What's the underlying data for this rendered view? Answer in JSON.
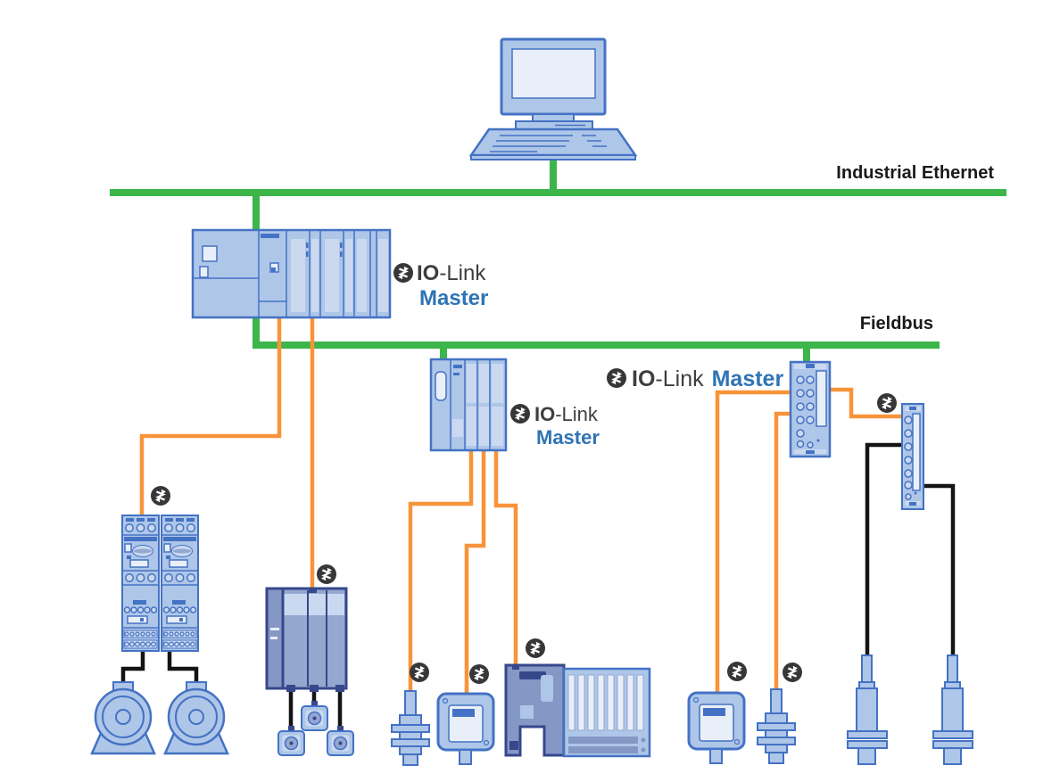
{
  "colors": {
    "bus_green": "#3CB54A",
    "io_link_orange": "#F7943A",
    "cable_black": "#141414",
    "device_fill": "#AEC6E8",
    "device_fill_soft": "#CBD9F0",
    "device_fill_light": "#E9EFF8",
    "device_fill_mid": "#94A7CF",
    "device_fill_deep": "#8597C5",
    "device_stroke": "#4472C4",
    "device_stroke_deep": "#36478C",
    "badge_bg": "#37373A",
    "io_link_text": "#3E3E40",
    "master_text": "#2E74B5",
    "label_text": "#1A1A1A"
  },
  "labels": {
    "industrial_ethernet": "Industrial Ethernet",
    "fieldbus": "Fieldbus"
  },
  "io_link_label": {
    "io": "IO",
    "link": "-Link",
    "master": "Master"
  },
  "buses": [
    {
      "id": "industrial-ethernet",
      "label": "Industrial Ethernet",
      "color": "#3CB54A"
    },
    {
      "id": "fieldbus",
      "label": "Fieldbus",
      "color": "#3CB54A"
    }
  ],
  "legend": {
    "io_link_connection_color": "#F7943A",
    "standard_connection_color": "#141414",
    "bus_color": "#3CB54A",
    "io_link_badge_icon": "io-link-logo-badge"
  },
  "nodes": [
    {
      "id": "pc",
      "icon": "desktop-computer-icon"
    },
    {
      "id": "plc-master",
      "icon": "plc-rack-icon",
      "role": "IO-Link Master"
    },
    {
      "id": "remote-io-master",
      "icon": "remote-io-station-icon",
      "role": "IO-Link Master"
    },
    {
      "id": "block-master",
      "icon": "block-io-module-icon",
      "role": "IO-Link Master"
    },
    {
      "id": "hub",
      "icon": "io-link-hub-icon"
    },
    {
      "id": "motor-starters",
      "icon": "motor-starter-pair-icon"
    },
    {
      "id": "pump-1",
      "icon": "pump-motor-icon"
    },
    {
      "id": "pump-2",
      "icon": "pump-motor-icon"
    },
    {
      "id": "drive",
      "icon": "multi-axis-drive-icon"
    },
    {
      "id": "gear-motor-1",
      "icon": "gear-motor-icon"
    },
    {
      "id": "gear-motor-2",
      "icon": "gear-motor-icon"
    },
    {
      "id": "gear-motor-3",
      "icon": "gear-motor-icon"
    },
    {
      "id": "cyl-sensor-1",
      "icon": "cylindrical-sensor-icon"
    },
    {
      "id": "box-sensor-1",
      "icon": "box-sensor-icon"
    },
    {
      "id": "valve-terminal",
      "icon": "valve-terminal-icon"
    },
    {
      "id": "box-sensor-2",
      "icon": "box-sensor-icon"
    },
    {
      "id": "cyl-sensor-2",
      "icon": "cylindrical-sensor-icon"
    },
    {
      "id": "probe-sensor-1",
      "icon": "probe-sensor-icon"
    },
    {
      "id": "probe-sensor-2",
      "icon": "probe-sensor-icon"
    }
  ],
  "edges": [
    {
      "from": "pc",
      "to": "industrial-ethernet",
      "type": "bus"
    },
    {
      "from": "plc-master",
      "to": "industrial-ethernet",
      "type": "bus"
    },
    {
      "from": "plc-master",
      "to": "fieldbus",
      "type": "bus"
    },
    {
      "from": "remote-io-master",
      "to": "fieldbus",
      "type": "bus"
    },
    {
      "from": "block-master",
      "to": "fieldbus",
      "type": "bus"
    },
    {
      "from": "plc-master",
      "to": "motor-starters",
      "type": "io-link"
    },
    {
      "from": "plc-master",
      "to": "drive",
      "type": "io-link"
    },
    {
      "from": "motor-starters",
      "to": "pump-1",
      "type": "standard"
    },
    {
      "from": "motor-starters",
      "to": "pump-2",
      "type": "standard"
    },
    {
      "from": "drive",
      "to": "gear-motor-1",
      "type": "standard"
    },
    {
      "from": "drive",
      "to": "gear-motor-2",
      "type": "standard"
    },
    {
      "from": "drive",
      "to": "gear-motor-3",
      "type": "standard"
    },
    {
      "from": "remote-io-master",
      "to": "cyl-sensor-1",
      "type": "io-link"
    },
    {
      "from": "remote-io-master",
      "to": "box-sensor-1",
      "type": "io-link"
    },
    {
      "from": "remote-io-master",
      "to": "valve-terminal",
      "type": "io-link"
    },
    {
      "from": "block-master",
      "to": "box-sensor-2",
      "type": "io-link"
    },
    {
      "from": "block-master",
      "to": "cyl-sensor-2",
      "type": "io-link"
    },
    {
      "from": "block-master",
      "to": "hub",
      "type": "io-link"
    },
    {
      "from": "hub",
      "to": "probe-sensor-1",
      "type": "standard"
    },
    {
      "from": "hub",
      "to": "probe-sensor-2",
      "type": "standard"
    }
  ]
}
